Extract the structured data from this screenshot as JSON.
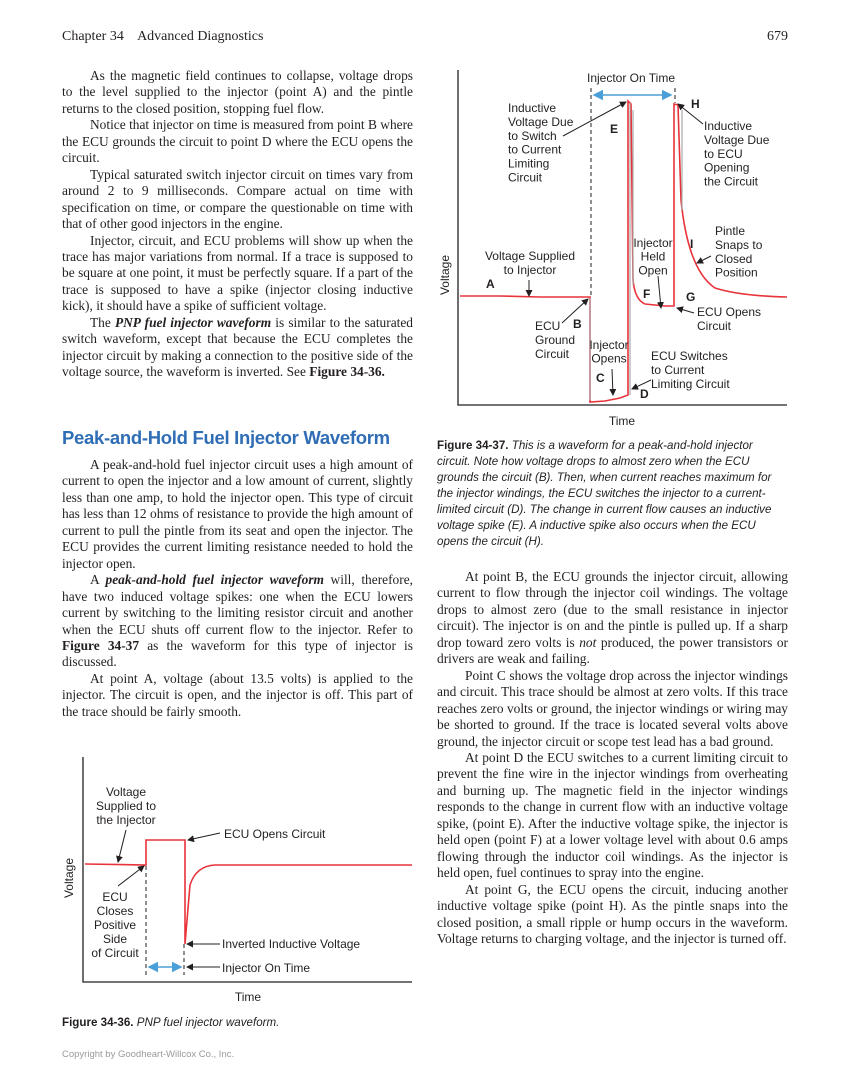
{
  "header": {
    "chapter": "Chapter 34",
    "title": "Advanced Diagnostics",
    "page_number": "679"
  },
  "left_top_paragraphs": [
    [
      {
        "t": "As the magnetic field continues to collapse, voltage drops to the level supplied to the injector (point A) and the pintle returns to the closed position, stopping fuel flow."
      }
    ],
    [
      {
        "t": "Notice that injector on time is measured from point B where the ECU grounds the circuit to point D where the ECU opens the circuit."
      }
    ],
    [
      {
        "t": "Typical saturated switch injector circuit on times vary from around 2 to 9 milliseconds. Compare actual on time with specification on time, or compare the questionable on time with that of other good injectors in the engine."
      }
    ],
    [
      {
        "t": "Injector, circuit, and ECU problems will show up when the trace has major variations from normal. If a trace is supposed to be square at one point, it must be perfectly square. If a part of the trace is supposed to have a spike (injector closing inductive kick), it should have a spike of sufficient voltage."
      }
    ],
    [
      {
        "t": "The "
      },
      {
        "t": "PNP fuel injector waveform",
        "b": true,
        "i": true
      },
      {
        "t": " is similar to the saturated switch waveform, except that because the ECU completes the injector circuit by making a connection to the positive side of the voltage source, the waveform is inverted. See "
      },
      {
        "t": "Figure 34-36.",
        "b": true
      }
    ]
  ],
  "section_heading": "Peak-and-Hold Fuel Injector Waveform",
  "left_bottom_paragraphs": [
    [
      {
        "t": "A peak-and-hold fuel injector circuit uses a high amount of current to open the injector and a low amount of current, slightly less than one amp, to hold the injector open. This type of circuit has less than 12 ohms of resistance to provide the high amount of current to pull the pintle from its seat and open the injector. The ECU provides the current limiting resistance needed to hold the injector open."
      }
    ],
    [
      {
        "t": "A "
      },
      {
        "t": "peak-and-hold fuel injector waveform",
        "b": true,
        "i": true
      },
      {
        "t": " will, therefore, have two induced voltage spikes: one when the ECU lowers current by switching to the limiting resistor circuit and another when the ECU shuts off current flow to the injector. Refer to "
      },
      {
        "t": "Figure 34-37",
        "b": true
      },
      {
        "t": " as the waveform for this type of injector is discussed."
      }
    ],
    [
      {
        "t": "At point A, voltage (about 13.5 volts) is applied to the injector. The circuit is open, and the injector is off. This part of the trace should be fairly smooth."
      }
    ]
  ],
  "right_paragraphs": [
    [
      {
        "t": "At point B, the ECU grounds the injector circuit, allowing current to flow through the injector coil windings. The voltage drops to almost zero (due to the small resistance in injector circuit). The injector is on and the pintle is pulled up. If a sharp drop toward zero volts is "
      },
      {
        "t": "not",
        "i": true
      },
      {
        "t": " produced, the power transistors or drivers are weak and failing."
      }
    ],
    [
      {
        "t": "Point C shows the voltage drop across the injector windings and circuit. This trace should be almost at zero volts. If this trace reaches zero volts or ground, the injector windings or wiring may be shorted to ground. If the trace is located several volts above ground, the injector circuit or scope test lead has a bad ground."
      }
    ],
    [
      {
        "t": "At point D the ECU switches to a current limiting circuit to prevent the fine wire in the injector windings from overheating and burning up. The magnetic field in the injector windings responds to the change in current flow with an inductive voltage spike, (point E). After the inductive voltage spike, the injector is held open (point F) at a lower voltage level with about 0.6 amps flowing through the inductor coil windings. As the injector is held open, fuel continues to spray into the engine."
      }
    ],
    [
      {
        "t": "At point G, the ECU opens the circuit, inducing another inductive voltage spike (point H). As the pintle snaps into the closed position, a small ripple or hump occurs in the waveform. Voltage returns to charging voltage, and the injector is turned off."
      }
    ]
  ],
  "figure_37": {
    "number": "Figure 34-37.",
    "caption": "This is a waveform for a peak-and-hold injector circuit. Note how voltage drops to almost zero when the ECU grounds the circuit (B). Then, when current reaches maximum for the injector windings, the ECU switches the injector to a current-limited circuit (D). The change in current flow causes an inductive voltage spike (E). A inductive spike also occurs when the ECU opens the circuit (H).",
    "xlabel": "Time",
    "ylabel": "Voltage",
    "on_time": "Injector On Time",
    "points": {
      "A": "A",
      "B": "B",
      "C": "C",
      "D": "D",
      "E": "E",
      "F": "F",
      "G": "G",
      "H": "H",
      "I": "I"
    },
    "labels": {
      "switch": [
        "Inductive",
        "Voltage Due",
        "to Switch",
        "to Current",
        "Limiting",
        "Circuit"
      ],
      "opening": [
        "Inductive",
        "Voltage Due",
        "to ECU",
        "Opening",
        "the Circuit"
      ],
      "supplied": [
        "Voltage Supplied",
        "to Injector"
      ],
      "held": [
        "Injector",
        "Held",
        "Open"
      ],
      "pintle": [
        "Pintle",
        "Snaps to",
        "Closed",
        "Position"
      ],
      "ground": [
        "ECU",
        "Ground",
        "Circuit"
      ],
      "opens": [
        "Injector",
        "Opens"
      ],
      "ecu_opens": [
        "ECU Opens",
        "Circuit"
      ],
      "switches": [
        "ECU Switches",
        "to Current",
        "Limiting Circuit"
      ]
    },
    "trace_color": "#e8333a",
    "arrow_color": "#4a9fd8"
  },
  "figure_36": {
    "number": "Figure 34-36.",
    "caption": "PNP fuel injector waveform.",
    "xlabel": "Time",
    "ylabel": "Voltage",
    "labels": {
      "supplied": [
        "Voltage",
        "Supplied to",
        "the Injector"
      ],
      "closes": [
        "ECU",
        "Closes",
        "Positive",
        "Side",
        "of Circuit"
      ],
      "opens": "ECU Opens Circuit",
      "inverted": "Inverted Inductive Voltage",
      "on_time": "Injector On Time"
    },
    "trace_color": "#e8333a",
    "arrow_color": "#4a9fd8"
  },
  "footer": {
    "copyright": "Copyright by Goodheart-Willcox Co., Inc."
  }
}
